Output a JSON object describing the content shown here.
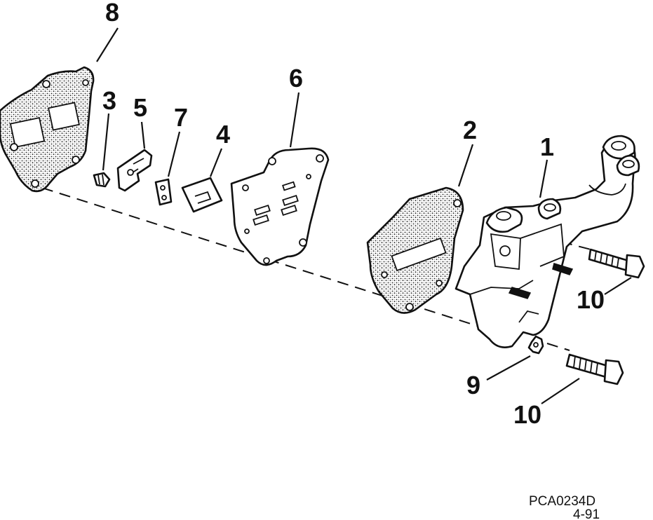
{
  "callouts": {
    "c1": "1",
    "c2": "2",
    "c3": "3",
    "c4": "4",
    "c5": "5",
    "c6": "6",
    "c7": "7",
    "c8": "8",
    "c9": "9",
    "c10a": "10",
    "c10b": "10"
  },
  "caption": {
    "code": "PCA0234D",
    "date": "4-91"
  },
  "colors": {
    "ink": "#111111",
    "paper": "#ffffff"
  }
}
